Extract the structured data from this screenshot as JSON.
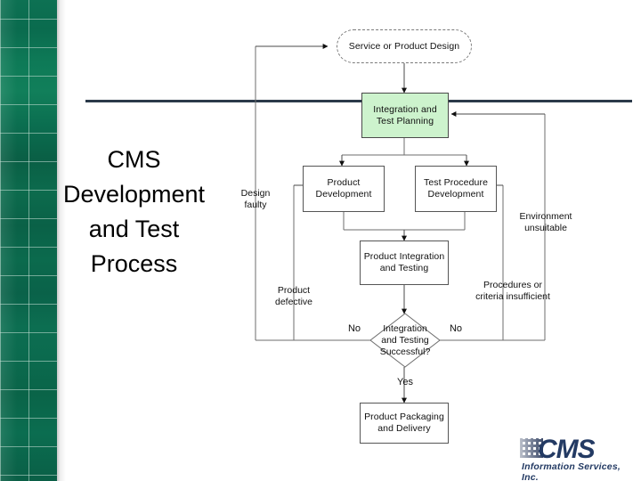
{
  "slide": {
    "title_lines": "CMS Development and Test Process",
    "title": "CMS\nDevelopment\nand Test\nProcess"
  },
  "colors": {
    "sidebar_green": "#0b6a4e",
    "title_rule": "#2b3a4a",
    "highlight_box": "#cdf3cd",
    "logo_navy": "#233a63",
    "node_border": "#555555",
    "text": "#101010"
  },
  "flowchart": {
    "nodes": [
      {
        "id": "design",
        "label": "Service or Product Design",
        "shape": "stadium"
      },
      {
        "id": "planning",
        "label": "Integration and Test Planning",
        "shape": "rect-highlight"
      },
      {
        "id": "proddev",
        "label": "Product Development",
        "shape": "rect"
      },
      {
        "id": "testproc",
        "label": "Test Procedure Development",
        "shape": "rect"
      },
      {
        "id": "integration",
        "label": "Product Integration and Testing",
        "shape": "rect"
      },
      {
        "id": "decision",
        "label": "Integration and Testing Successful?",
        "shape": "diamond"
      },
      {
        "id": "packaging",
        "label": "Product Packaging and Delivery",
        "shape": "rect"
      }
    ],
    "node_labels": {
      "design": "Service or Product Design",
      "planning_l1": "Integration and",
      "planning_l2": "Test Planning",
      "proddev_l1": "Product",
      "proddev_l2": "Development",
      "testproc_l1": "Test Procedure",
      "testproc_l2": "Development",
      "integration_l1": "Product Integration",
      "integration_l2": "and Testing",
      "decision_l1": "Integration",
      "decision_l2": "and Testing",
      "decision_l3": "Successful?",
      "packaging_l1": "Product Packaging",
      "packaging_l2": "and Delivery"
    },
    "edge_labels": {
      "design_faulty_l1": "Design",
      "design_faulty_l2": "faulty",
      "product_defective_l1": "Product",
      "product_defective_l2": "defective",
      "environment_l1": "Environment",
      "environment_l2": "unsuitable",
      "procedures_l1": "Procedures or",
      "procedures_l2": "criteria insufficient"
    },
    "branch_labels": {
      "no_left": "No",
      "no_right": "No",
      "yes": "Yes"
    }
  },
  "logo": {
    "wordmark": "CMS",
    "tagline": "Information Services, Inc."
  }
}
